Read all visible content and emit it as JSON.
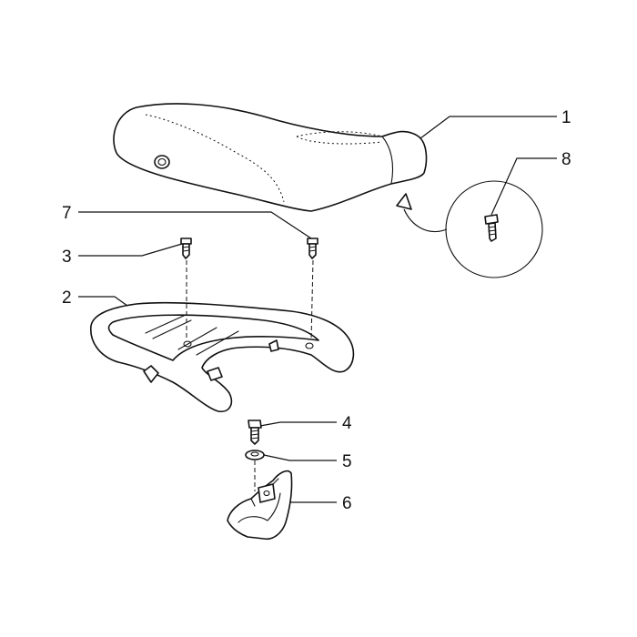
{
  "diagram": {
    "callouts": [
      {
        "id": "seat",
        "number": "1"
      },
      {
        "id": "rear-carrier",
        "number": "2"
      },
      {
        "id": "carrier-screw-left",
        "number": "3"
      },
      {
        "id": "bracket-bolt",
        "number": "4"
      },
      {
        "id": "washer",
        "number": "5"
      },
      {
        "id": "carrier-bracket",
        "number": "6"
      },
      {
        "id": "carrier-screw-right",
        "number": "7"
      },
      {
        "id": "detail-bolt",
        "number": "8"
      }
    ]
  },
  "colors": {
    "line": "#111111",
    "background": "#ffffff"
  }
}
